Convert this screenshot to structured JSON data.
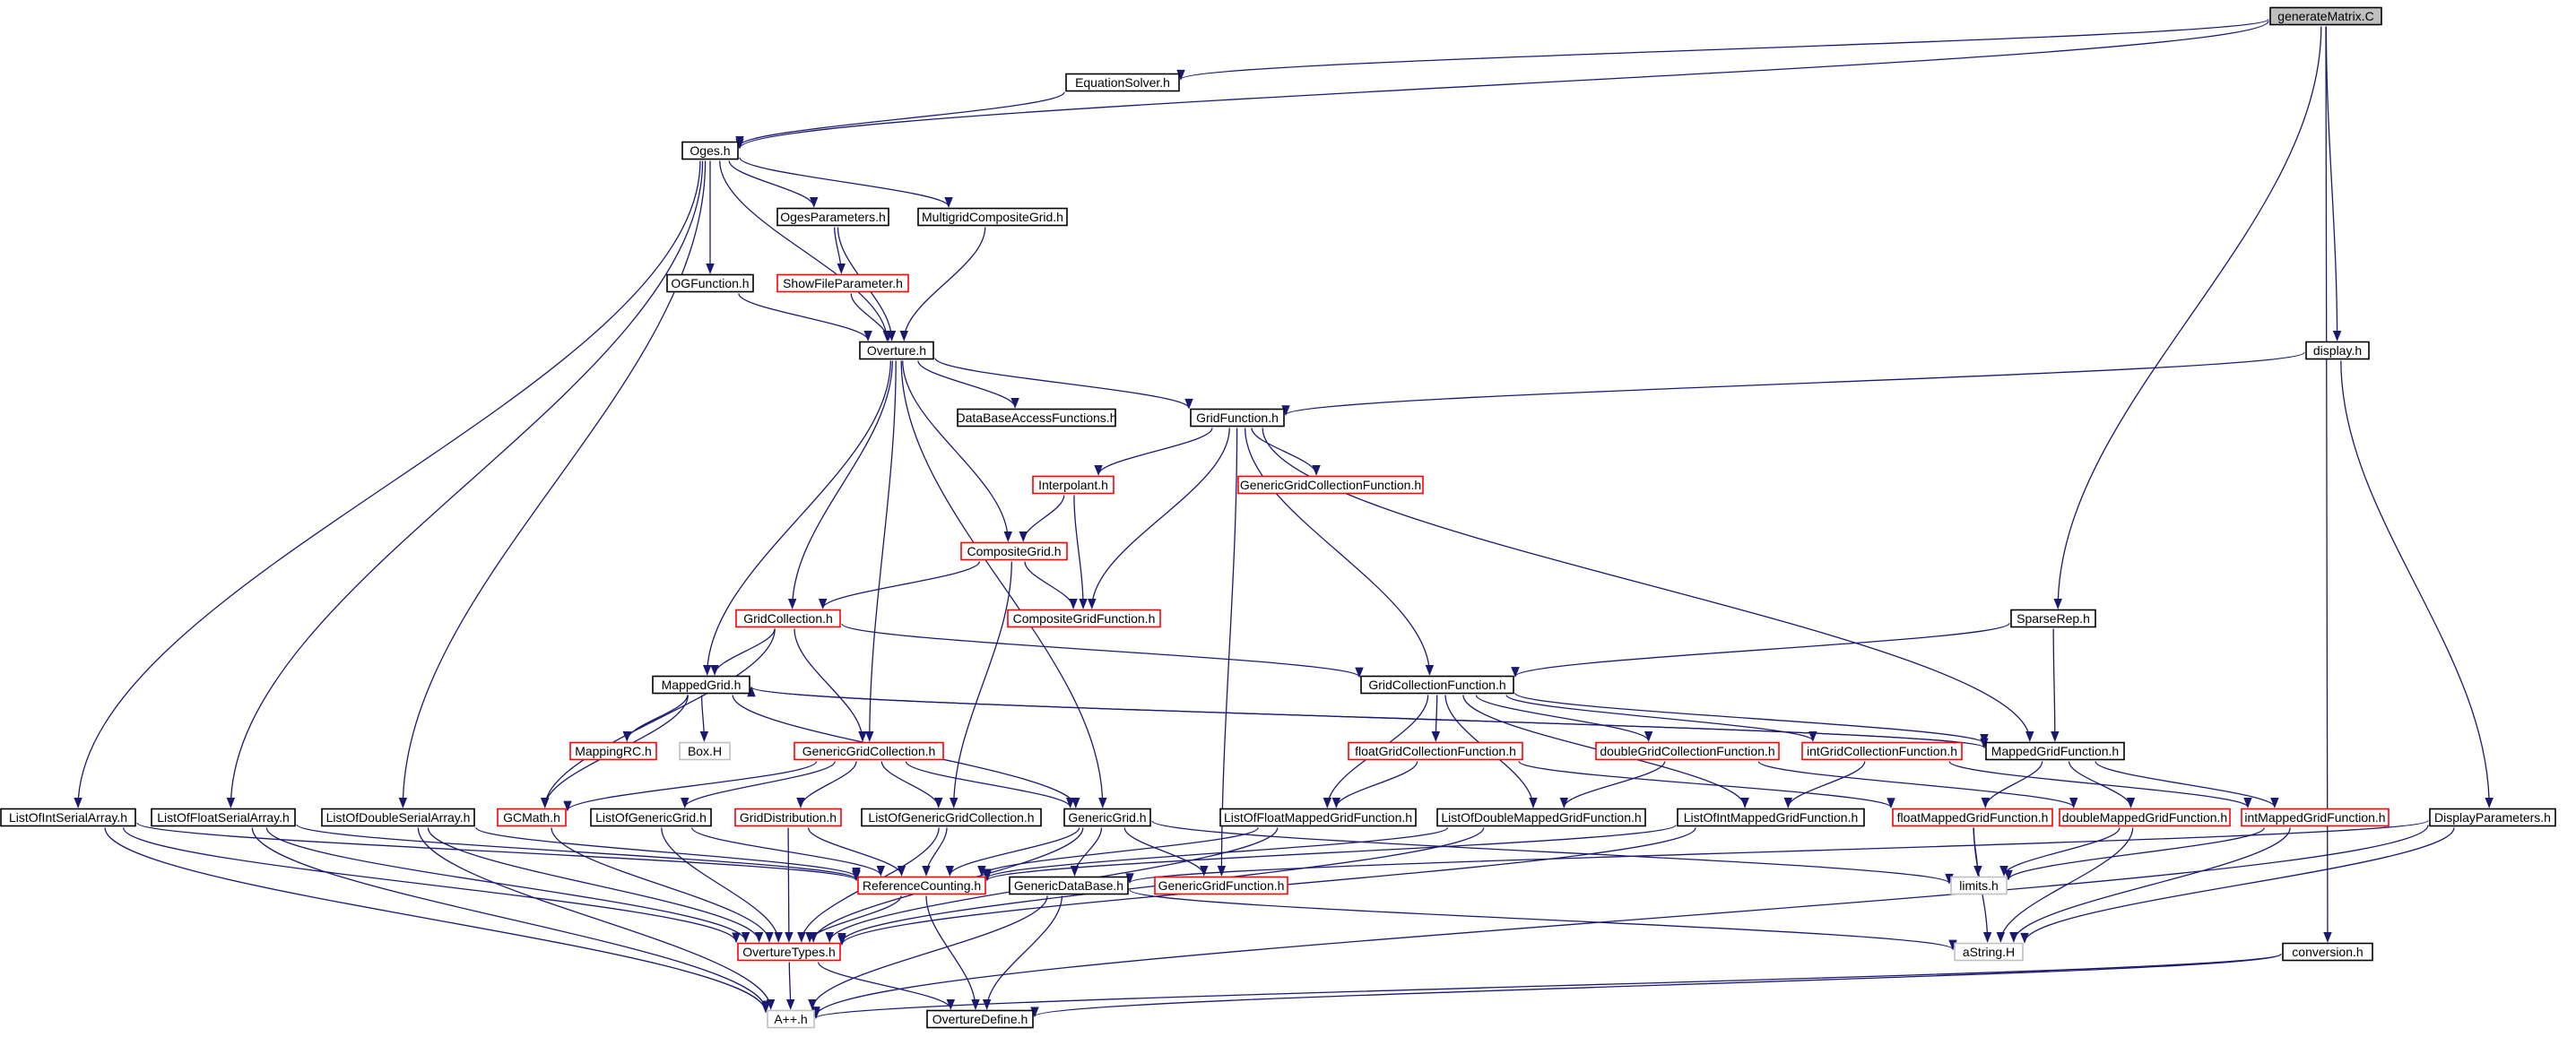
{
  "colors": {
    "edge": "#191970",
    "root_fill": "#bfbfbf",
    "border_normal": "#000000",
    "border_truncated": "#ff0000",
    "border_missing": "#bfbfbf",
    "node_fill": "#ffffff"
  },
  "nodes": [
    {
      "id": "generateMatrix",
      "label": "generateMatrix.C",
      "kind": "root"
    },
    {
      "id": "EquationSolver",
      "label": "EquationSolver.h",
      "kind": "normal"
    },
    {
      "id": "Oges",
      "label": "Oges.h",
      "kind": "normal"
    },
    {
      "id": "OgesParameters",
      "label": "OgesParameters.h",
      "kind": "normal"
    },
    {
      "id": "MultigridCompositeGrid",
      "label": "MultigridCompositeGrid.h",
      "kind": "normal"
    },
    {
      "id": "OGFunction",
      "label": "OGFunction.h",
      "kind": "normal"
    },
    {
      "id": "ShowFileParameter",
      "label": "ShowFileParameter.h",
      "kind": "truncated"
    },
    {
      "id": "Overture",
      "label": "Overture.h",
      "kind": "normal"
    },
    {
      "id": "DataBaseAccessFunctions",
      "label": "DataBaseAccessFunctions.h",
      "kind": "normal"
    },
    {
      "id": "GridFunction",
      "label": "GridFunction.h",
      "kind": "normal"
    },
    {
      "id": "display",
      "label": "display.h",
      "kind": "normal"
    },
    {
      "id": "Interpolant",
      "label": "Interpolant.h",
      "kind": "truncated"
    },
    {
      "id": "GenericGridCollectionFunction",
      "label": "GenericGridCollectionFunction.h",
      "kind": "truncated"
    },
    {
      "id": "CompositeGrid",
      "label": "CompositeGrid.h",
      "kind": "truncated"
    },
    {
      "id": "GridCollection",
      "label": "GridCollection.h",
      "kind": "truncated"
    },
    {
      "id": "CompositeGridFunction",
      "label": "CompositeGridFunction.h",
      "kind": "truncated"
    },
    {
      "id": "SparseRep",
      "label": "SparseRep.h",
      "kind": "normal"
    },
    {
      "id": "MappedGrid",
      "label": "MappedGrid.h",
      "kind": "normal"
    },
    {
      "id": "GridCollectionFunction",
      "label": "GridCollectionFunction.h",
      "kind": "normal"
    },
    {
      "id": "MappingRC",
      "label": "MappingRC.h",
      "kind": "truncated"
    },
    {
      "id": "BoxH",
      "label": "Box.H",
      "kind": "missing"
    },
    {
      "id": "GenericGridCollection",
      "label": "GenericGridCollection.h",
      "kind": "truncated"
    },
    {
      "id": "floatGridCollectionFunction",
      "label": "floatGridCollectionFunction.h",
      "kind": "truncated"
    },
    {
      "id": "doubleGridCollectionFunction",
      "label": "doubleGridCollectionFunction.h",
      "kind": "truncated"
    },
    {
      "id": "intGridCollectionFunction",
      "label": "intGridCollectionFunction.h",
      "kind": "truncated"
    },
    {
      "id": "MappedGridFunction",
      "label": "MappedGridFunction.h",
      "kind": "normal"
    },
    {
      "id": "ListOfIntSerialArray",
      "label": "ListOfIntSerialArray.h",
      "kind": "normal"
    },
    {
      "id": "ListOfFloatSerialArray",
      "label": "ListOfFloatSerialArray.h",
      "kind": "normal"
    },
    {
      "id": "ListOfDoubleSerialArray",
      "label": "ListOfDoubleSerialArray.h",
      "kind": "normal"
    },
    {
      "id": "GCMath",
      "label": "GCMath.h",
      "kind": "truncated"
    },
    {
      "id": "ListOfGenericGrid",
      "label": "ListOfGenericGrid.h",
      "kind": "normal"
    },
    {
      "id": "GridDistribution",
      "label": "GridDistribution.h",
      "kind": "truncated"
    },
    {
      "id": "ListOfGenericGridCollection",
      "label": "ListOfGenericGridCollection.h",
      "kind": "normal"
    },
    {
      "id": "GenericGrid",
      "label": "GenericGrid.h",
      "kind": "normal"
    },
    {
      "id": "ListOfFloatMappedGridFunction",
      "label": "ListOfFloatMappedGridFunction.h",
      "kind": "normal"
    },
    {
      "id": "ListOfDoubleMappedGridFunction",
      "label": "ListOfDoubleMappedGridFunction.h",
      "kind": "normal"
    },
    {
      "id": "ListOfIntMappedGridFunction",
      "label": "ListOfIntMappedGridFunction.h",
      "kind": "normal"
    },
    {
      "id": "floatMappedGridFunction",
      "label": "floatMappedGridFunction.h",
      "kind": "truncated"
    },
    {
      "id": "doubleMappedGridFunction",
      "label": "doubleMappedGridFunction.h",
      "kind": "truncated"
    },
    {
      "id": "intMappedGridFunction",
      "label": "intMappedGridFunction.h",
      "kind": "truncated"
    },
    {
      "id": "DisplayParameters",
      "label": "DisplayParameters.h",
      "kind": "normal"
    },
    {
      "id": "ReferenceCounting",
      "label": "ReferenceCounting.h",
      "kind": "truncated"
    },
    {
      "id": "GenericDataBase",
      "label": "GenericDataBase.h",
      "kind": "normal"
    },
    {
      "id": "GenericGridFunction",
      "label": "GenericGridFunction.h",
      "kind": "truncated"
    },
    {
      "id": "limits",
      "label": "limits.h",
      "kind": "missing"
    },
    {
      "id": "OvertureTypes",
      "label": "OvertureTypes.h",
      "kind": "truncated"
    },
    {
      "id": "aString",
      "label": "aString.H",
      "kind": "missing"
    },
    {
      "id": "conversion",
      "label": "conversion.h",
      "kind": "normal"
    },
    {
      "id": "App",
      "label": "A++.h",
      "kind": "missing"
    },
    {
      "id": "OvertureDefine",
      "label": "OvertureDefine.h",
      "kind": "normal"
    }
  ],
  "edges": [
    [
      "generateMatrix",
      "EquationSolver"
    ],
    [
      "generateMatrix",
      "Oges"
    ],
    [
      "generateMatrix",
      "display"
    ],
    [
      "generateMatrix",
      "SparseRep"
    ],
    [
      "generateMatrix",
      "conversion"
    ],
    [
      "EquationSolver",
      "Oges"
    ],
    [
      "Oges",
      "OgesParameters"
    ],
    [
      "Oges",
      "MultigridCompositeGrid"
    ],
    [
      "Oges",
      "OGFunction"
    ],
    [
      "Oges",
      "Overture"
    ],
    [
      "Oges",
      "ListOfIntSerialArray"
    ],
    [
      "Oges",
      "ListOfFloatSerialArray"
    ],
    [
      "Oges",
      "ListOfDoubleSerialArray"
    ],
    [
      "OgesParameters",
      "ShowFileParameter"
    ],
    [
      "OgesParameters",
      "Overture"
    ],
    [
      "MultigridCompositeGrid",
      "Overture"
    ],
    [
      "OGFunction",
      "Overture"
    ],
    [
      "ShowFileParameter",
      "Overture"
    ],
    [
      "Overture",
      "DataBaseAccessFunctions"
    ],
    [
      "Overture",
      "GridFunction"
    ],
    [
      "Overture",
      "CompositeGrid"
    ],
    [
      "Overture",
      "GridCollection"
    ],
    [
      "Overture",
      "MappedGrid"
    ],
    [
      "Overture",
      "GenericGridCollection"
    ],
    [
      "Overture",
      "GenericGrid"
    ],
    [
      "display",
      "GridFunction"
    ],
    [
      "display",
      "DisplayParameters"
    ],
    [
      "GridFunction",
      "Interpolant"
    ],
    [
      "GridFunction",
      "GenericGridCollectionFunction"
    ],
    [
      "GridFunction",
      "CompositeGridFunction"
    ],
    [
      "GridFunction",
      "GridCollectionFunction"
    ],
    [
      "GridFunction",
      "MappedGridFunction"
    ],
    [
      "GridFunction",
      "GenericGridFunction"
    ],
    [
      "Interpolant",
      "CompositeGrid"
    ],
    [
      "Interpolant",
      "CompositeGridFunction"
    ],
    [
      "CompositeGrid",
      "GridCollection"
    ],
    [
      "CompositeGrid",
      "CompositeGridFunction"
    ],
    [
      "CompositeGrid",
      "ListOfGenericGridCollection"
    ],
    [
      "GridCollection",
      "MappedGrid"
    ],
    [
      "GridCollection",
      "GridCollectionFunction"
    ],
    [
      "GridCollection",
      "GenericGridCollection"
    ],
    [
      "GridCollection",
      "GCMath"
    ],
    [
      "SparseRep",
      "GridCollectionFunction"
    ],
    [
      "SparseRep",
      "MappedGridFunction"
    ],
    [
      "MappedGrid",
      "MappingRC"
    ],
    [
      "MappedGrid",
      "BoxH"
    ],
    [
      "MappedGrid",
      "GCMath"
    ],
    [
      "MappedGrid",
      "GenericGrid"
    ],
    [
      "MappedGrid",
      "MappedGridFunction"
    ],
    [
      "MappedGridFunction",
      "MappedGrid"
    ],
    [
      "GridCollectionFunction",
      "floatGridCollectionFunction"
    ],
    [
      "GridCollectionFunction",
      "doubleGridCollectionFunction"
    ],
    [
      "GridCollectionFunction",
      "intGridCollectionFunction"
    ],
    [
      "GridCollectionFunction",
      "ListOfFloatMappedGridFunction"
    ],
    [
      "GridCollectionFunction",
      "ListOfDoubleMappedGridFunction"
    ],
    [
      "GridCollectionFunction",
      "ListOfIntMappedGridFunction"
    ],
    [
      "GridCollectionFunction",
      "MappedGridFunction"
    ],
    [
      "floatGridCollectionFunction",
      "ListOfFloatMappedGridFunction"
    ],
    [
      "floatGridCollectionFunction",
      "floatMappedGridFunction"
    ],
    [
      "doubleGridCollectionFunction",
      "ListOfDoubleMappedGridFunction"
    ],
    [
      "doubleGridCollectionFunction",
      "doubleMappedGridFunction"
    ],
    [
      "intGridCollectionFunction",
      "ListOfIntMappedGridFunction"
    ],
    [
      "intGridCollectionFunction",
      "intMappedGridFunction"
    ],
    [
      "MappedGridFunction",
      "floatMappedGridFunction"
    ],
    [
      "MappedGridFunction",
      "doubleMappedGridFunction"
    ],
    [
      "MappedGridFunction",
      "intMappedGridFunction"
    ],
    [
      "GenericGridCollection",
      "GCMath"
    ],
    [
      "GenericGridCollection",
      "ListOfGenericGrid"
    ],
    [
      "GenericGridCollection",
      "GridDistribution"
    ],
    [
      "GenericGridCollection",
      "ListOfGenericGridCollection"
    ],
    [
      "GenericGridCollection",
      "GenericGrid"
    ],
    [
      "ListOfIntSerialArray",
      "ReferenceCounting"
    ],
    [
      "ListOfIntSerialArray",
      "OvertureTypes"
    ],
    [
      "ListOfIntSerialArray",
      "App"
    ],
    [
      "ListOfFloatSerialArray",
      "ReferenceCounting"
    ],
    [
      "ListOfFloatSerialArray",
      "OvertureTypes"
    ],
    [
      "ListOfFloatSerialArray",
      "App"
    ],
    [
      "ListOfDoubleSerialArray",
      "ReferenceCounting"
    ],
    [
      "ListOfDoubleSerialArray",
      "OvertureTypes"
    ],
    [
      "ListOfDoubleSerialArray",
      "App"
    ],
    [
      "GCMath",
      "OvertureTypes"
    ],
    [
      "ListOfGenericGrid",
      "ReferenceCounting"
    ],
    [
      "ListOfGenericGrid",
      "OvertureTypes"
    ],
    [
      "GridDistribution",
      "ReferenceCounting"
    ],
    [
      "GridDistribution",
      "OvertureTypes"
    ],
    [
      "ListOfGenericGridCollection",
      "ReferenceCounting"
    ],
    [
      "ListOfGenericGridCollection",
      "OvertureTypes"
    ],
    [
      "GenericGrid",
      "ReferenceCounting"
    ],
    [
      "GenericGrid",
      "GenericDataBase"
    ],
    [
      "GenericGrid",
      "OvertureTypes"
    ],
    [
      "GenericGrid",
      "GenericGridFunction"
    ],
    [
      "GenericGrid",
      "limits"
    ],
    [
      "ListOfFloatMappedGridFunction",
      "ReferenceCounting"
    ],
    [
      "ListOfFloatMappedGridFunction",
      "OvertureTypes"
    ],
    [
      "ListOfDoubleMappedGridFunction",
      "ReferenceCounting"
    ],
    [
      "ListOfDoubleMappedGridFunction",
      "OvertureTypes"
    ],
    [
      "ListOfIntMappedGridFunction",
      "ReferenceCounting"
    ],
    [
      "ListOfIntMappedGridFunction",
      "OvertureTypes"
    ],
    [
      "floatMappedGridFunction",
      "limits"
    ],
    [
      "floatMappedGridFunction",
      "aString"
    ],
    [
      "doubleMappedGridFunction",
      "limits"
    ],
    [
      "doubleMappedGridFunction",
      "aString"
    ],
    [
      "intMappedGridFunction",
      "limits"
    ],
    [
      "intMappedGridFunction",
      "aString"
    ],
    [
      "DisplayParameters",
      "GenericDataBase"
    ],
    [
      "DisplayParameters",
      "aString"
    ],
    [
      "DisplayParameters",
      "App"
    ],
    [
      "ReferenceCounting",
      "OvertureTypes"
    ],
    [
      "ReferenceCounting",
      "OvertureDefine"
    ],
    [
      "GenericDataBase",
      "aString"
    ],
    [
      "GenericDataBase",
      "App"
    ],
    [
      "GenericDataBase",
      "OvertureDefine"
    ],
    [
      "OvertureTypes",
      "App"
    ],
    [
      "OvertureTypes",
      "OvertureDefine"
    ],
    [
      "conversion",
      "App"
    ],
    [
      "conversion",
      "OvertureDefine"
    ]
  ]
}
